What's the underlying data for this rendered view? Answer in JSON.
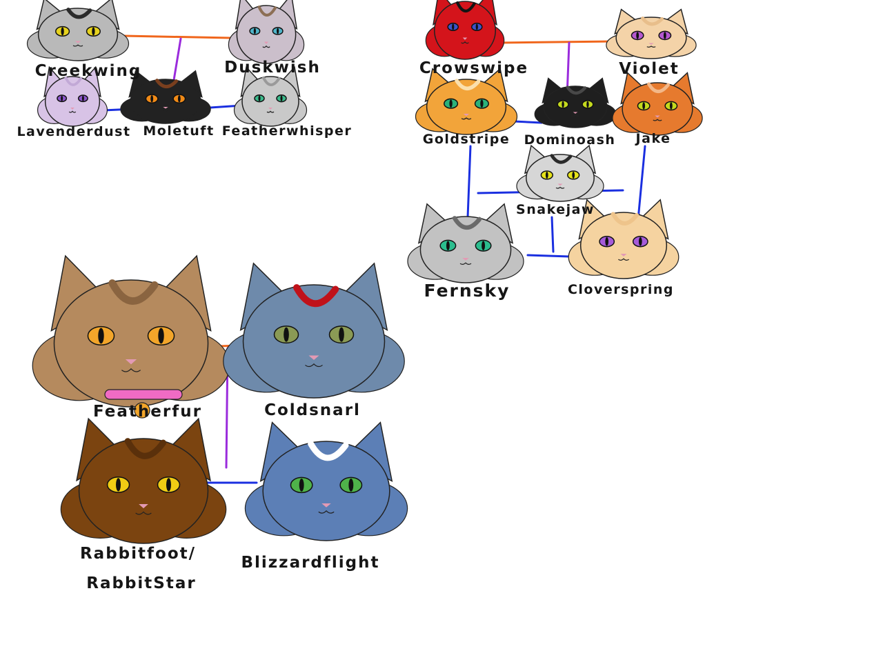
{
  "cats": [
    {
      "id": "creekwing",
      "name": "Creekwing",
      "fur": "#b9b9b9",
      "stripe": "#2b2b2b",
      "eye": "#e6d21e"
    },
    {
      "id": "duskwish",
      "name": "Duskwish",
      "fur": "#cbbfcb",
      "stripe": "#8c6f55",
      "eye": "#4fb3c8"
    },
    {
      "id": "lavenderdust",
      "name": "Lavenderdust",
      "fur": "#d8c3e6",
      "stripe": "#c2a9d6",
      "eye": "#8a55c9"
    },
    {
      "id": "moletuft",
      "name": "Moletuft",
      "fur": "#222222",
      "stripe": "#7a3f1e",
      "eye": "#f08a17"
    },
    {
      "id": "featherwhisper",
      "name": "Featherwhisper",
      "fur": "#c9c9c9",
      "stripe": "#9a9a9a",
      "eye": "#3ab98a"
    },
    {
      "id": "crowswipe",
      "name": "Crowswipe",
      "fur": "#d4141b",
      "stripe": "#141414",
      "eye": "#3d53c9"
    },
    {
      "id": "violet",
      "name": "Violet",
      "fur": "#f4d3a8",
      "stripe": "#e8be8b",
      "eye": "#b558cf"
    },
    {
      "id": "goldstripe",
      "name": "Goldstripe",
      "fur": "#f2a43a",
      "stripe": "#fbe0ad",
      "eye": "#2bb27a"
    },
    {
      "id": "dominoash",
      "name": "Dominoash",
      "fur": "#1f1f1f",
      "stripe": "#484848",
      "eye": "#c4d91e"
    },
    {
      "id": "jake",
      "name": "Jake",
      "fur": "#e67a2e",
      "stripe": "#f3b889",
      "eye": "#c4d91e"
    },
    {
      "id": "snakejaw",
      "name": "Snakejaw",
      "fur": "#d6d6d6",
      "stripe": "#2a2a2a",
      "eye": "#e6e21a"
    },
    {
      "id": "fernsky",
      "name": "Fernsky",
      "fur": "#c2c2c2",
      "stripe": "#6a6a6a",
      "eye": "#2bbd8e"
    },
    {
      "id": "cloverspring",
      "name": "Cloverspring",
      "fur": "#f5d3a0",
      "stripe": "#eec48b",
      "eye": "#a65bd9"
    },
    {
      "id": "featherfur",
      "name": "Feathe​rfur",
      "fur": "#b58a5e",
      "stripe": "#8a6440",
      "eye": "#f2a52a"
    },
    {
      "id": "coldsnarl",
      "name": "Coldsnarl",
      "fur": "#6e8aab",
      "stripe": "#c0121a",
      "eye": "#8a9a55"
    },
    {
      "id": "rabbitfoot",
      "name": "Rabbitfoot/",
      "fur": "#7b4410",
      "stripe": "#5a300b",
      "eye": "#f0cc14"
    },
    {
      "id": "rabbitstar",
      "name": "RabbitStar"
    },
    {
      "id": "blizzardflight",
      "name": "Blizzardflight",
      "fur": "#5c7fb6",
      "stripe": "#ffffff",
      "eye": "#4fb24a"
    }
  ],
  "link_colors": {
    "mates": "#f0661c",
    "parent": "#9a2bdc",
    "siblings": "#1a2fe0"
  }
}
